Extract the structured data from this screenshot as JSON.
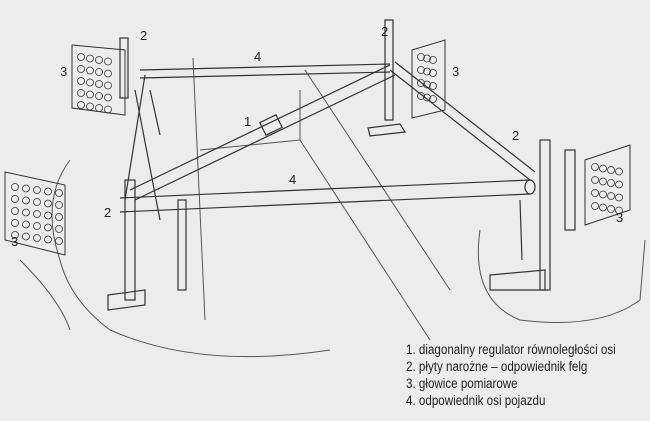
{
  "labels": {
    "l1": "1",
    "l2": "2",
    "l3": "3",
    "l4": "4"
  },
  "legend": [
    "1. diagonalny regulator równoległości osi",
    "2. płyty narożne – odpowiednik felg",
    "3. głowice pomiarowe",
    "4. odpowiednik osi pojazdu"
  ]
}
